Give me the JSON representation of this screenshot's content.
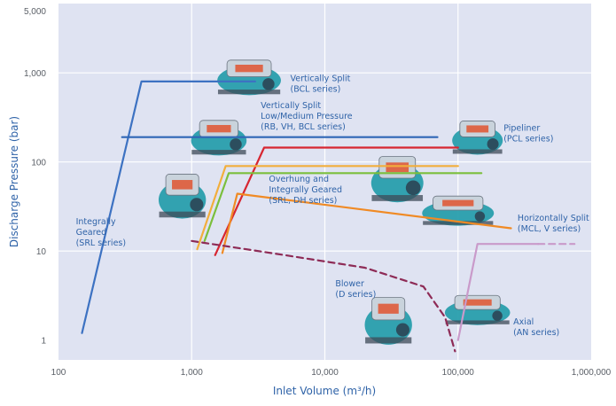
{
  "chart_data": {
    "type": "line",
    "title": "",
    "xlabel": "Inlet Volume (m³/h)",
    "ylabel": "Discharge Pressure (bar)",
    "x_scale": "log",
    "y_scale": "log",
    "xlim": [
      100,
      1000000
    ],
    "ylim": [
      0.6,
      6000
    ],
    "x_ticks": [
      {
        "value": 100,
        "label": "100"
      },
      {
        "value": 1000,
        "label": "1,000"
      },
      {
        "value": 10000,
        "label": "10,000"
      },
      {
        "value": 100000,
        "label": "100,000"
      },
      {
        "value": 1000000,
        "label": "1,000,000"
      }
    ],
    "y_ticks": [
      {
        "value": 1,
        "label": "1"
      },
      {
        "value": 10,
        "label": "10"
      },
      {
        "value": 100,
        "label": "100"
      },
      {
        "value": 1000,
        "label": "1,000"
      },
      {
        "value": 5000,
        "label": "5,000"
      }
    ],
    "grid": true,
    "colors": {
      "background": "#dfe3f2",
      "grid": "#ffffff",
      "label_text": "#2f63a8",
      "tick_text": "#5a5f66"
    },
    "series": [
      {
        "id": "bcl",
        "color": "#3d72c2",
        "dash": false,
        "points": [
          [
            150,
            1.2
          ],
          [
            420,
            800
          ],
          [
            550,
            800
          ],
          [
            3000,
            800
          ]
        ]
      },
      {
        "id": "rb-vh-bcl",
        "color": "#2f66b6",
        "dash": false,
        "points": [
          [
            300,
            190
          ],
          [
            70000,
            190
          ]
        ]
      },
      {
        "id": "pipeliner",
        "color": "#d72631",
        "dash": false,
        "points": [
          [
            1500,
            9
          ],
          [
            3500,
            145
          ],
          [
            100000,
            145
          ]
        ]
      },
      {
        "id": "srl-outer",
        "color": "#f2ae3c",
        "dash": false,
        "points": [
          [
            1100,
            10.5
          ],
          [
            1800,
            90
          ],
          [
            100000,
            90
          ]
        ]
      },
      {
        "id": "srl-green",
        "color": "#7bbf3c",
        "dash": false,
        "points": [
          [
            1250,
            13
          ],
          [
            1900,
            75
          ],
          [
            150000,
            75
          ]
        ]
      },
      {
        "id": "srl-dh",
        "color": "#f08a24",
        "dash": false,
        "points": [
          [
            1700,
            9.5
          ],
          [
            2200,
            44
          ],
          [
            250000,
            18
          ]
        ]
      },
      {
        "id": "blower",
        "color": "#8e2b56",
        "dash": true,
        "points": [
          [
            1000,
            13
          ],
          [
            5000,
            9
          ],
          [
            20000,
            6.5
          ],
          [
            55000,
            4
          ],
          [
            80000,
            1.8
          ],
          [
            95000,
            0.75
          ]
        ]
      },
      {
        "id": "axial",
        "color": "#c99aca",
        "dash": false,
        "points": [
          [
            100000,
            1
          ],
          [
            140000,
            12
          ],
          [
            400000,
            12
          ]
        ]
      },
      {
        "id": "axial-ext",
        "color": "#c99aca",
        "dash": true,
        "points": [
          [
            400000,
            12
          ],
          [
            750000,
            12
          ]
        ]
      }
    ],
    "annotations": [
      {
        "id": "bcl",
        "lines": [
          "Vertically Split",
          "(BCL series)"
        ],
        "color": "#2f63a8",
        "at": [
          5500,
          810
        ]
      },
      {
        "id": "rb-vh",
        "lines": [
          "Vertically Split",
          "Low/Medium Pressure",
          "(RB, VH, BCL series)"
        ],
        "color": "#2f63a8",
        "at": [
          3300,
          400
        ]
      },
      {
        "id": "pcl",
        "lines": [
          "Pipeliner",
          "(PCL series)"
        ],
        "color": "#2f63a8",
        "at": [
          220000,
          225
        ]
      },
      {
        "id": "srl-dh",
        "lines": [
          "Overhung and",
          "Integrally Geared",
          "(SRL, DH series)"
        ],
        "color": "#2f63a8",
        "at": [
          3800,
          60
        ]
      },
      {
        "id": "srl",
        "lines": [
          "Integrally",
          "Geared",
          "(SRL series)"
        ],
        "color": "#2f63a8",
        "at": [
          135,
          20
        ]
      },
      {
        "id": "mcl",
        "lines": [
          "Horizontally Split",
          "(MCL, V series)"
        ],
        "color": "#2f63a8",
        "at": [
          280000,
          22
        ]
      },
      {
        "id": "d",
        "lines": [
          "Blower",
          "(D series)"
        ],
        "color": "#2f63a8",
        "at": [
          12000,
          4
        ]
      },
      {
        "id": "an",
        "lines": [
          "Axial",
          "(AN series)"
        ],
        "color": "#2f63a8",
        "at": [
          260000,
          1.5
        ]
      }
    ],
    "pictures": [
      {
        "name": "bcl-compressor-picture",
        "at": [
          2700,
          950
        ],
        "w": 78,
        "h": 52
      },
      {
        "name": "rb-vh-compressor-picture",
        "at": [
          1600,
          200
        ],
        "w": 68,
        "h": 52
      },
      {
        "name": "pcl-compressor-picture",
        "at": [
          140000,
          200
        ],
        "w": 62,
        "h": 50
      },
      {
        "name": "dh-compressor-picture",
        "at": [
          35000,
          70
        ],
        "w": 64,
        "h": 68
      },
      {
        "name": "srl-geared-picture",
        "at": [
          850,
          45
        ],
        "w": 58,
        "h": 66
      },
      {
        "name": "mcl-compressor-picture",
        "at": [
          100000,
          30
        ],
        "w": 88,
        "h": 44
      },
      {
        "name": "blower-picture",
        "at": [
          30000,
          1.8
        ],
        "w": 58,
        "h": 70
      },
      {
        "name": "an-axial-picture",
        "at": [
          140000,
          2.3
        ],
        "w": 80,
        "h": 44
      }
    ]
  }
}
